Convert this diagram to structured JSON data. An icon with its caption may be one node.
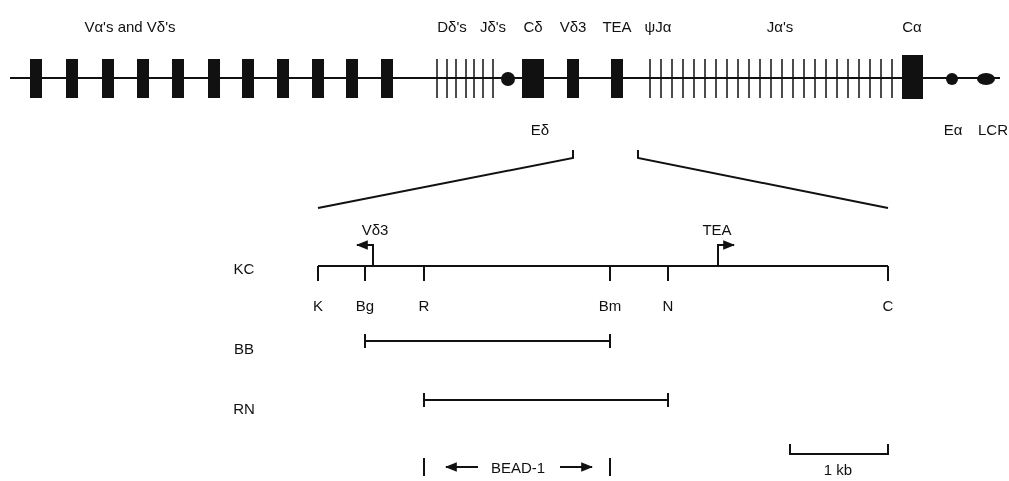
{
  "diagram": {
    "labels": [
      "Vα's and Vδ's",
      "Dδ's",
      "Jδ's",
      "Cδ",
      "Vδ3",
      "TEA",
      "ψJα",
      "Jα's",
      "Cα",
      "Eδ",
      "Eα",
      "LCR",
      "Vδ3",
      "TEA",
      "KC",
      "K",
      "Bg",
      "R",
      "Bm",
      "N",
      "C",
      "BB",
      "RN",
      "BEAD-1",
      "1 kb"
    ]
  }
}
